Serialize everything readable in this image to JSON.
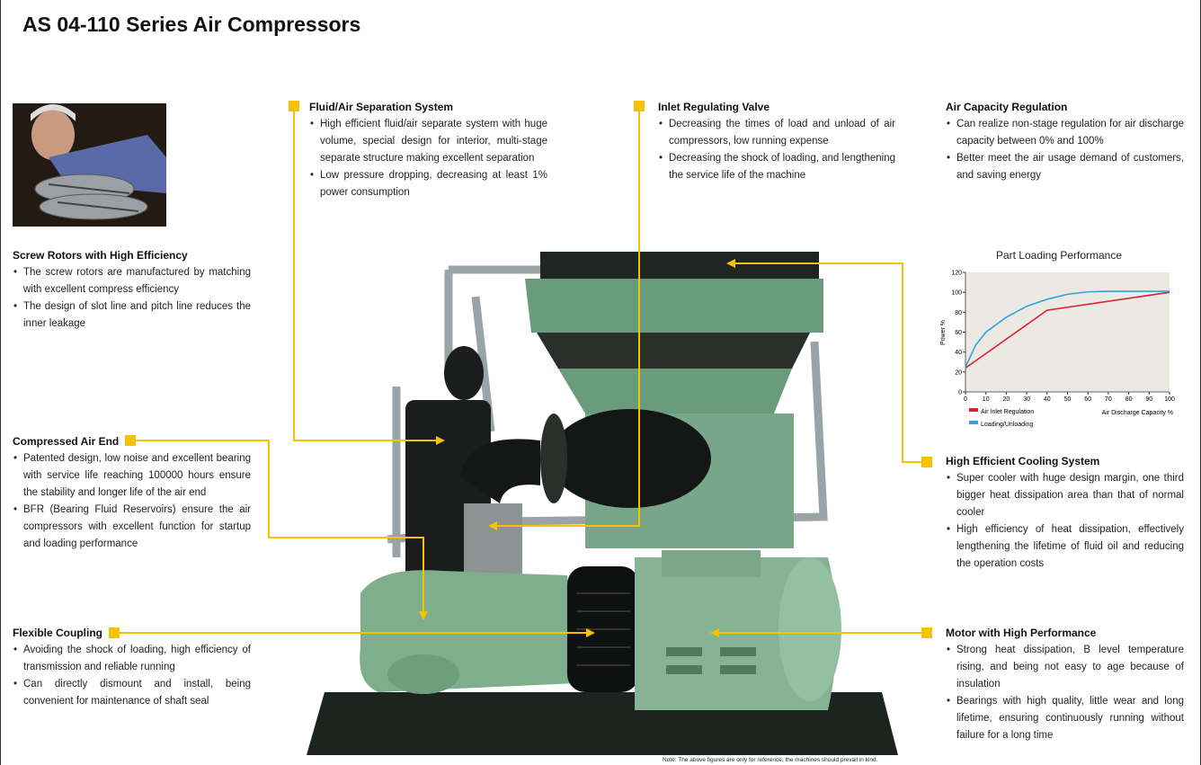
{
  "title": "AS 04-110 Series Air Compressors",
  "sections": {
    "screw": {
      "title": "Screw Rotors with High Efficiency",
      "items": [
        "The screw rotors are manufactured by matching with excellent compress efficiency",
        "The design of slot line and pitch line reduces the inner leakage"
      ]
    },
    "fluid": {
      "title": "Fluid/Air Separation System",
      "items": [
        "High efficient fluid/air separate system with huge volume, special design for interior, multi-stage separate structure making excellent separation",
        "Low pressure dropping, decreasing at least 1% power consumption"
      ]
    },
    "inlet": {
      "title": "Inlet Regulating Valve",
      "items": [
        "Decreasing the times of load and unload of air compressors, low running expense",
        "Decreasing the shock of loading, and lengthening the service life of the machine"
      ]
    },
    "capacity": {
      "title": "Air Capacity Regulation",
      "items": [
        "Can realize non-stage regulation for air discharge capacity between 0% and 100%",
        "Better meet the air usage demand of customers, and saving energy"
      ]
    },
    "airend": {
      "title": "Compressed Air End",
      "items": [
        "Patented design, low noise and excellent bearing with service life reaching 100000 hours ensure the stability and longer life of the air end",
        "BFR (Bearing Fluid Reservoirs) ensure the air compressors with excellent function for startup and loading performance"
      ]
    },
    "cooling": {
      "title": "High Efficient Cooling System",
      "items": [
        "Super cooler with huge design margin, one third bigger heat dissipation area than that of normal cooler",
        "High efficiency of heat dissipation, effectively lengthening the lifetime of fluid oil and reducing the operation costs"
      ]
    },
    "coupling": {
      "title": "Flexible Coupling",
      "items": [
        "Avoiding the shock of loading, high efficiency of transmission and reliable running",
        "Can directly dismount and install, being convenient for maintenance of shaft seal"
      ]
    },
    "motor": {
      "title": "Motor with High Performance",
      "items": [
        "Strong heat dissipation, B level temperature rising, and being not easy to age because of insulation",
        "Bearings with high quality, little wear and long lifetime, ensuring continuously running without failure for a long time"
      ]
    }
  },
  "note": "Note: The above figures are only for reference, the machines should prevail in kind.",
  "colors": {
    "callout": "#f5c400",
    "machine": "#7fae8c",
    "red": "#d8232f",
    "blue": "#2aa6d8"
  },
  "chart_data": {
    "type": "line",
    "title": "Part Loading Performance",
    "xlabel": "Air Discharge Capacity %",
    "ylabel": "Power %",
    "xlim": [
      0,
      100
    ],
    "ylim": [
      0,
      120
    ],
    "xticks": [
      "0",
      "10",
      "20",
      "30",
      "40",
      "50",
      "60",
      "70",
      "80",
      "90",
      "100"
    ],
    "yticks": [
      "0",
      "20",
      "40",
      "60",
      "80",
      "100",
      "120"
    ],
    "series": [
      {
        "name": "Air Inlet Regulation",
        "color": "#d8232f",
        "x": [
          0,
          40,
          100
        ],
        "y": [
          24,
          82,
          100
        ]
      },
      {
        "name": "Loading/Unloading",
        "color": "#2aa6d8",
        "x": [
          0,
          5,
          10,
          20,
          30,
          40,
          50,
          60,
          70,
          80,
          90,
          100
        ],
        "y": [
          25,
          47,
          60,
          75,
          86,
          93,
          98,
          100.5,
          101,
          101,
          101,
          101
        ]
      }
    ]
  }
}
